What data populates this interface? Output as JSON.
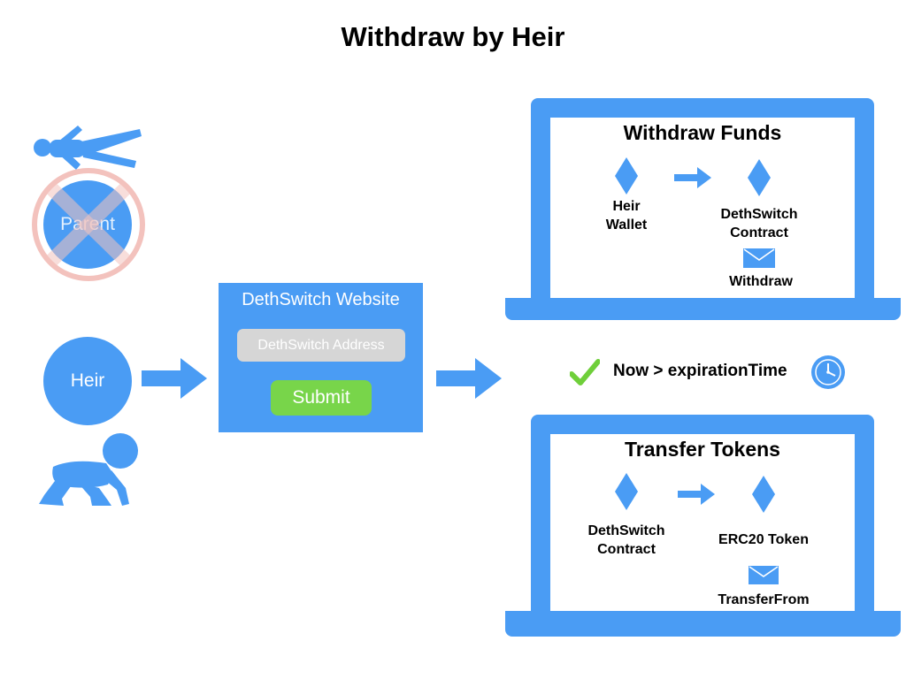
{
  "title": "Withdraw by Heir",
  "parent": {
    "label": "Parent"
  },
  "heir": {
    "label": "Heir"
  },
  "website": {
    "title": "DethSwitch Website",
    "address_placeholder": "DethSwitch Address",
    "submit_label": "Submit"
  },
  "condition": {
    "text": "Now > expirationTime"
  },
  "withdraw_panel": {
    "title": "Withdraw Funds",
    "from_line1": "Heir",
    "from_line2": "Wallet",
    "to_line1": "DethSwitch",
    "to_line2": "Contract",
    "message": "Withdraw"
  },
  "transfer_panel": {
    "title": "Transfer Tokens",
    "from_line1": "DethSwitch",
    "from_line2": "Contract",
    "to_line1": "ERC20 Token",
    "message": "TransferFrom"
  },
  "colors": {
    "blue": "#4a9cf4",
    "green": "#78d54a",
    "check": "#6fcf3a",
    "cross": "#f3c2bd",
    "field": "#d6d6d6"
  }
}
